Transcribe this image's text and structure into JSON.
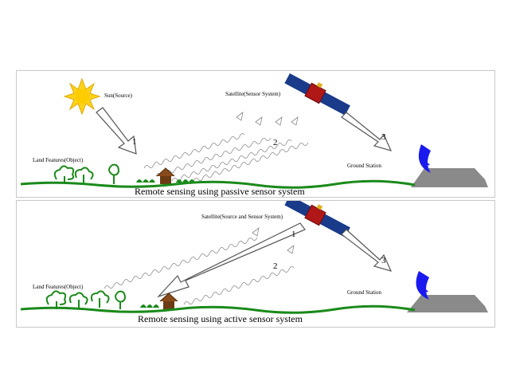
{
  "passive": {
    "sun_label": "Sun(Source)",
    "satellite_label": "Satellite(Sensor System)",
    "land_label": "Land Features(Object)",
    "ground_label": "Ground Station",
    "num1": "1",
    "num2": "2",
    "num3": "3",
    "caption": "Remote sensing using passive sensor system"
  },
  "active": {
    "satellite_label": "Satellite(Source and Sensor System)",
    "land_label": "Land Features(Object)",
    "ground_label": "Ground Station",
    "num1": "1",
    "num2": "2",
    "num3": "3",
    "caption": "Remote sensing using active sensor system"
  },
  "colors": {
    "sun": "#ffd21a",
    "grass": "#1a8a1a",
    "dish": "#1a1aee",
    "ground_station": "#8a8a8a",
    "satellite_panel": "#1a3a8a",
    "satellite_body": "#b01818"
  }
}
